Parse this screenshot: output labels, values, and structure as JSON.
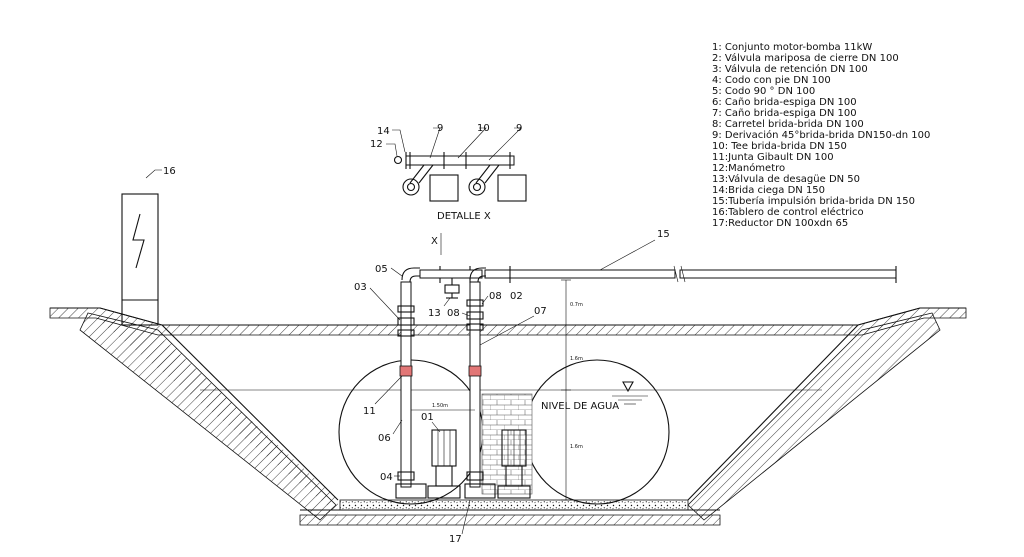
{
  "legend": [
    "1: Conjunto motor-bomba 11kW",
    "2: Válvula mariposa de cierre DN 100",
    "3: Válvula de retención DN 100",
    "4: Codo con pie DN 100",
    "5: Codo 90 ° DN 100",
    "6: Caño brida-espiga DN 100",
    "7: Caño brida-espiga DN 100",
    "8: Carretel brida-brida DN 100",
    "9: Derivación 45°brida-brida DN150-dn 100",
    "10: Tee brida-brida DN 150",
    "11:Junta Gibault DN 100",
    "12:Manómetro",
    "13:Válvula de desagüe DN 50",
    "14:Brida ciega DN 150",
    "15:Tubería impulsión brida-brida DN 150",
    "16:Tablero de control eléctrico",
    "17:Reductor DN 100xdn 65"
  ],
  "detail": {
    "title": "DETALLE X",
    "marker": "X",
    "callouts": [
      "14",
      "12",
      "9",
      "10",
      "9"
    ]
  },
  "callouts": {
    "c16": "16",
    "c15": "15",
    "c05": "05",
    "c03": "03",
    "c13": "13",
    "c08a": "08",
    "c02": "02",
    "c08b": "08",
    "c07": "07",
    "c11": "11",
    "c01": "01",
    "c06": "06",
    "c04": "04",
    "c17": "17"
  },
  "water_level": "NIVEL DE AGUA",
  "dims": {
    "d1": "0.7m",
    "d2": "1.6m",
    "d3": "1.6m",
    "d4": "1.50m"
  }
}
